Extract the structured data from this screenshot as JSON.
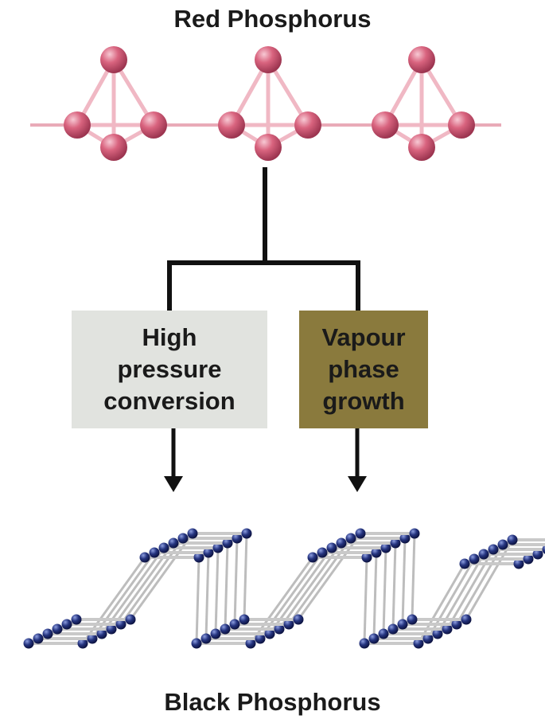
{
  "diagram": {
    "top_label": "Red Phosphorus",
    "bottom_label": "Black Phosphorus",
    "methods": [
      {
        "lines": [
          "High",
          "pressure",
          "conversion"
        ],
        "color": "#e1e3df"
      },
      {
        "lines": [
          "Vapour",
          "phase",
          "growth"
        ],
        "color": "#8a7a3d"
      }
    ],
    "colors": {
      "red_atom": "#d65a78",
      "red_bond": "#e9aab8",
      "black_atom": "#1e2a6e",
      "black_bond": "#c9c9c9",
      "arrow": "#111111"
    }
  }
}
